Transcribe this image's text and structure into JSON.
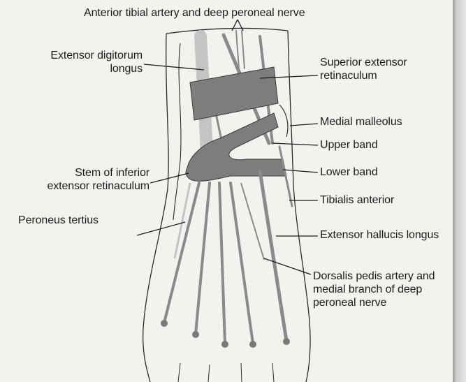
{
  "labels": {
    "anterior_tibial": "Anterior tibial artery and deep peroneal nerve",
    "extensor_digitorum": "Extensor digitorum\nlongus",
    "superior_retinaculum": "Superior extensor\nretinaculum",
    "medial_malleolus": "Medial malleolus",
    "upper_band": "Upper band",
    "lower_band": "Lower band",
    "stem_inferior": "Stem of inferior\nextensor retinaculum",
    "tibialis_anterior": "Tibialis anterior",
    "peroneus_tertius": "Peroneus tertius",
    "extensor_hallucis": "Extensor hallucis longus",
    "dorsalis_pedis": "Dorsalis pedis artery and\nmedial branch of deep\nperoneal nerve"
  },
  "colors": {
    "tendon": "#8a8a8a",
    "retinaculum": "#7d7d7d",
    "light_tendon": "#c4c4c4",
    "outline": "#2a2a2a",
    "paper": "#f4f2ee"
  }
}
